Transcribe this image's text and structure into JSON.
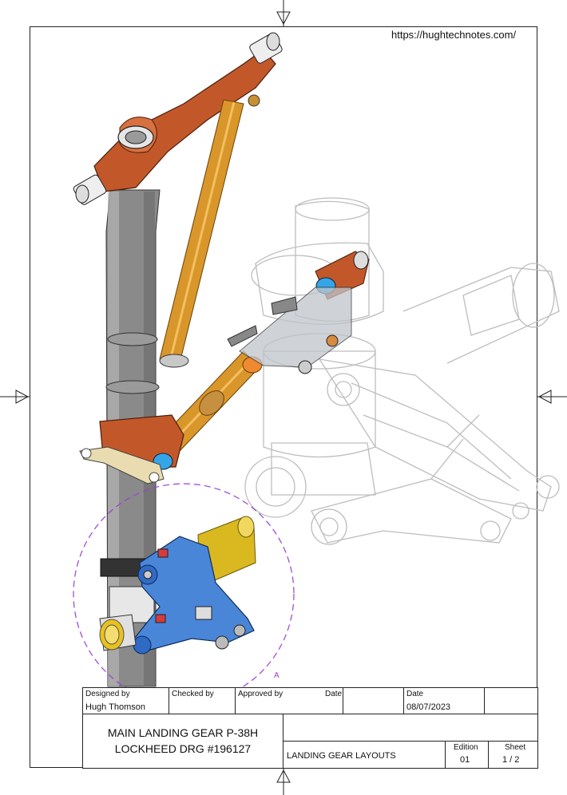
{
  "website": "https://hughtechnotes.com/",
  "detail_label": "A",
  "title_block": {
    "designed_by_label": "Designed by",
    "designed_by_value": "Hugh Thomson",
    "checked_by_label": "Checked by",
    "approved_by_label": "Approved by",
    "date_label_1": "Date",
    "date_label_2": "Date",
    "date_value": "08/07/2023",
    "title_line1": "MAIN LANDING GEAR P-38H",
    "title_line2": "LOCKHEED DRG #196127",
    "subtitle": "LANDING GEAR LAYOUTS",
    "edition_label": "Edition",
    "edition_value": "01",
    "sheet_label": "Sheet",
    "sheet_value": "1 / 2"
  },
  "colors": {
    "strut_grey": "#8a8a8a",
    "upper_arm_orange": "#c2582a",
    "brace_gold": "#d9962a",
    "lower_fork_blue": "#4a86d8",
    "axle_yellow": "#d9b820",
    "ghost_outline": "#bdbdbd",
    "detail_circle": "#9b3fd6"
  }
}
